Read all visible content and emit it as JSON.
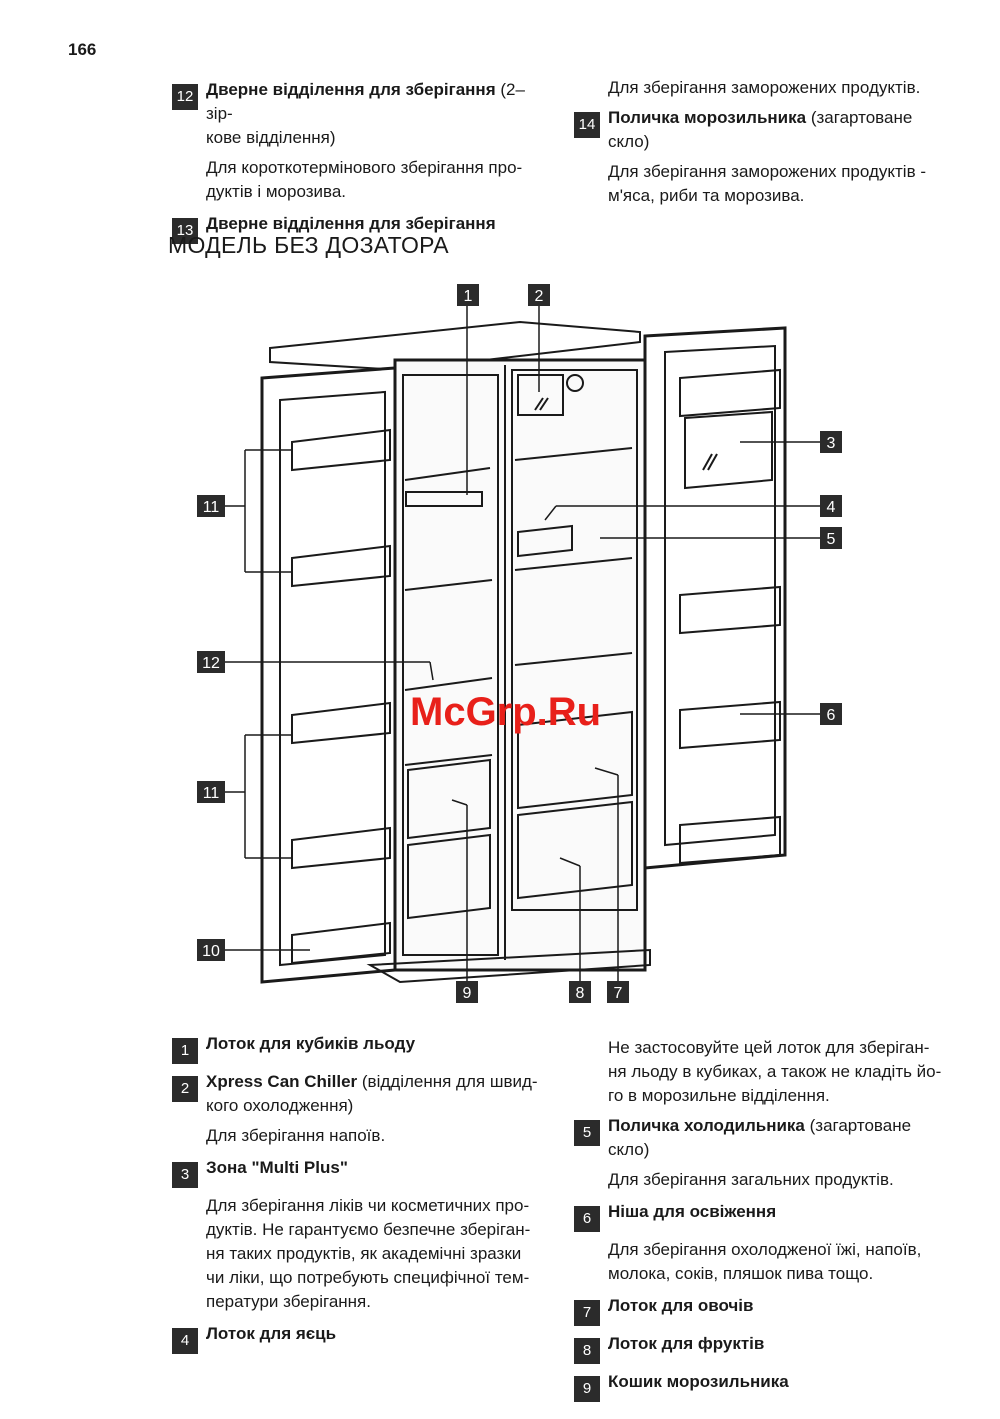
{
  "page_number": "166",
  "top_left": [
    {
      "num": "12",
      "title": "Дверне відділення для зберігання",
      "suffix": " (2–зір-",
      "line2": "кове відділення)",
      "desc": [
        "Для короткотермінового зберігання про-",
        "дуктів і морозива."
      ]
    },
    {
      "num": "13",
      "title": "Дверне відділення для зберігання",
      "suffix": "",
      "line2": "",
      "desc": []
    }
  ],
  "top_right": {
    "lead": "Для зберігання заморожених продуктів.",
    "item": {
      "num": "14",
      "title": "Поличка морозильника",
      "suffix": " (загартоване",
      "line2": "скло)",
      "desc": [
        "Для зберігання заморожених продуктів -",
        "м'яса, риби та морозива."
      ]
    }
  },
  "section_title": "МОДЕЛЬ БЕЗ ДОЗАТОРА",
  "diagram_labels": [
    "1",
    "2",
    "3",
    "4",
    "5",
    "6",
    "7",
    "8",
    "9",
    "10",
    "11",
    "11",
    "12"
  ],
  "watermark": "McGrp.Ru",
  "bottom_left": [
    {
      "num": "1",
      "title": "Лоток для кубиків льоду",
      "suffix": "",
      "line2": "",
      "desc": []
    },
    {
      "num": "2",
      "title": "Xpress Can Chiller",
      "suffix": " (відділення для швид-",
      "line2": "кого охолодження)",
      "desc": [
        "Для зберігання напоїв."
      ]
    },
    {
      "num": "3",
      "title": "Зона \"Multi Plus\"",
      "suffix": "",
      "line2": "",
      "desc": [
        "Для зберігання ліків чи косметичних про-",
        "дуктів. Не гарантуємо безпечне зберіган-",
        "ня таких продуктів, як академічні зразки",
        "чи ліки, що потребують специфічної тем-",
        "ператури зберігання."
      ]
    },
    {
      "num": "4",
      "title": "Лоток для яєць",
      "suffix": "",
      "line2": "",
      "desc": []
    }
  ],
  "bottom_right": {
    "lead": [
      "Не застосовуйте цей лоток для зберіган-",
      "ня льоду в кубиках, а також не кладіть йо-",
      "го в морозильне відділення."
    ],
    "items": [
      {
        "num": "5",
        "title": "Поличка холодильника",
        "suffix": " (загартоване",
        "line2": "скло)",
        "desc": [
          "Для зберігання загальних продуктів."
        ]
      },
      {
        "num": "6",
        "title": "Ніша для освіження",
        "suffix": "",
        "line2": "",
        "desc": [
          "Для зберігання охолодженої їжі, напоїв,",
          "молока, соків, пляшок пива тощо."
        ]
      },
      {
        "num": "7",
        "title": "Лоток для овочів",
        "suffix": "",
        "line2": "",
        "desc": []
      },
      {
        "num": "8",
        "title": "Лоток для фруктів",
        "suffix": "",
        "line2": "",
        "desc": []
      },
      {
        "num": "9",
        "title": "Кошик морозильника",
        "suffix": "",
        "line2": "",
        "desc": []
      }
    ]
  }
}
